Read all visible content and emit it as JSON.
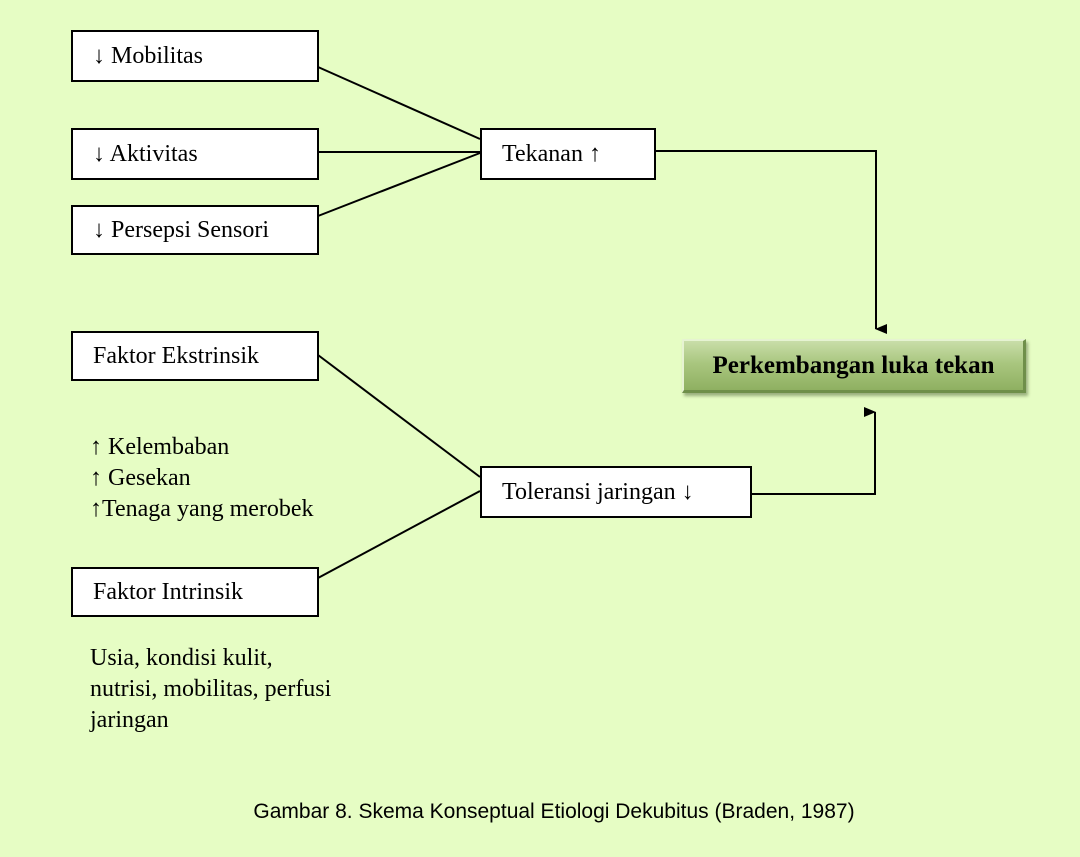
{
  "inputs": {
    "mobilitas": "↓ Mobilitas",
    "aktivitas": "↓ Aktivitas",
    "persepsi_sensori": "↓ Persepsi Sensori",
    "faktor_ekstrinsik": "Faktor Ekstrinsik",
    "faktor_intrinsik": "Faktor Intrinsik"
  },
  "intermediate": {
    "tekanan": "Tekanan ↑",
    "toleransi_jaringan": "Toleransi jaringan ↓"
  },
  "result": "Perkembangan luka tekan",
  "extrinsic_factors": [
    "↑ Kelembaban",
    "↑ Gesekan",
    "↑Tenaga yang merobek"
  ],
  "intrinsic_factors": [
    "Usia, kondisi kulit,",
    "nutrisi, mobilitas, perfusi",
    "jaringan"
  ],
  "caption": "Gambar 8. Skema Konseptual Etiologi Dekubitus (Braden, 1987)",
  "colors": {
    "background": "#e6fdc4",
    "box_fill": "#ffffff",
    "result_fill": "#a9c67f",
    "line": "#000000"
  }
}
